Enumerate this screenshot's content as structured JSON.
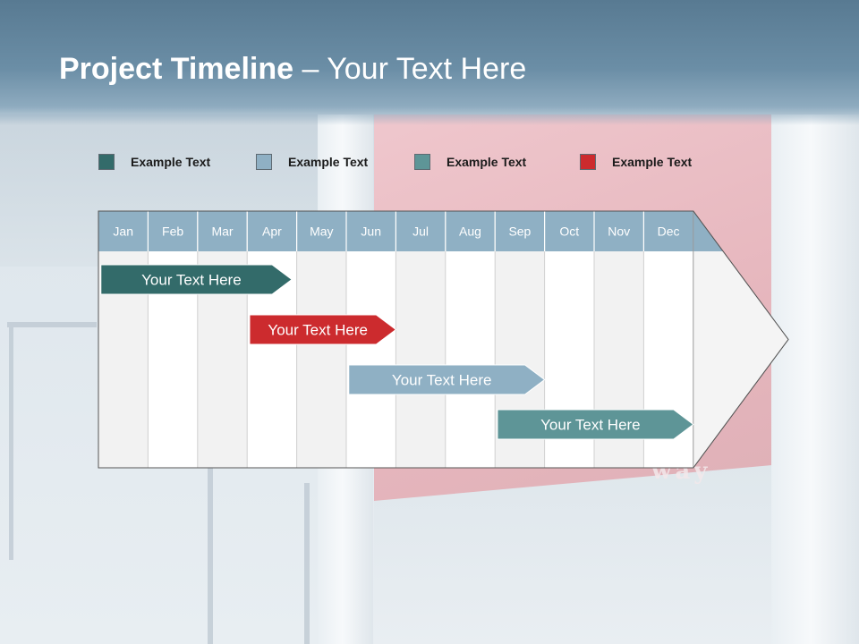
{
  "slide": {
    "title_bold": "Project Timeline",
    "title_rest": " – Your Text Here",
    "bg_wordmark": "way"
  },
  "legend": [
    {
      "label": "Example Text",
      "color": "#336b6a"
    },
    {
      "label": "Example Text",
      "color": "#8fb0c4"
    },
    {
      "label": "Example Text",
      "color": "#5e9597"
    },
    {
      "label": "Example Text",
      "color": "#cc2b2e"
    }
  ],
  "chart_data": {
    "type": "bar",
    "months": [
      "Jan",
      "Feb",
      "Mar",
      "Apr",
      "May",
      "Jun",
      "Jul",
      "Aug",
      "Sep",
      "Oct",
      "Nov",
      "Dec"
    ],
    "tasks": [
      {
        "label": "Your  Text Here",
        "start_month": 1.05,
        "end_month": 4.9,
        "color": "#336b6a"
      },
      {
        "label": "Your  Text Here",
        "start_month": 4.05,
        "end_month": 7.0,
        "color": "#cc2b2e"
      },
      {
        "label": "Your  Text Here",
        "start_month": 6.05,
        "end_month": 10.0,
        "color": "#8fb0c4"
      },
      {
        "label": "Your  Text Here",
        "start_month": 9.05,
        "end_month": 13.0,
        "color": "#5e9597"
      }
    ],
    "header_color": "#8fb0c4"
  }
}
